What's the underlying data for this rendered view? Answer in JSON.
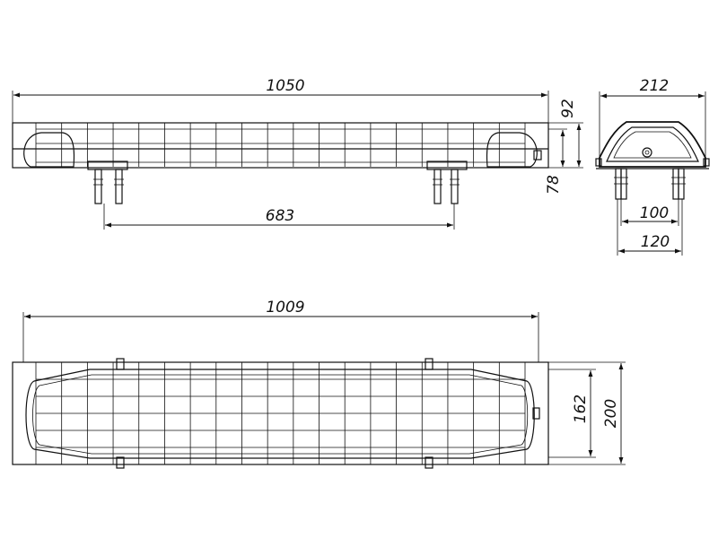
{
  "drawing": {
    "views": {
      "side": {
        "length_label": "1050",
        "bracket_spacing_label": "683",
        "height_label": "92",
        "mount_height_label": "78"
      },
      "end": {
        "width_label": "212",
        "inner_spacing_label": "100",
        "outer_spacing_label": "120"
      },
      "top": {
        "length_label": "1009",
        "inner_width_label": "162",
        "outer_width_label": "200"
      }
    }
  }
}
